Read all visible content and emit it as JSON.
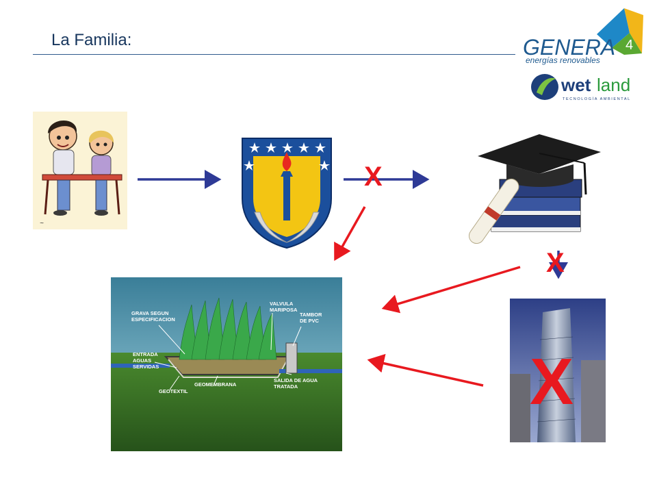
{
  "slide": {
    "title": "La Familia:"
  },
  "logos": {
    "genera": {
      "name": "GENERA",
      "number": "4",
      "tagline": "energías renovables"
    },
    "wetland": {
      "prefix": "wet",
      "suffix": "land",
      "tagline": "TECNOLOGÍA AMBIENTAL"
    }
  },
  "wetland_diagram": {
    "labels": {
      "gravel": "GRAVA SEGUN ESPECIFICACION",
      "valve": "VALVULA MARIPOSA",
      "pipe": "TAMBOR DE PVC",
      "inlet": "ENTRADA AGUAS SERVIDAS",
      "outlet": "SALIDA DE AGUA TRATADA",
      "geomembrane": "GEOMEMBRANA",
      "geotextile": "GEOTEXTIL"
    }
  },
  "marks": {
    "cross": "X"
  },
  "colors": {
    "blue_arrow": "#2e3a96",
    "red": "#e8191f",
    "title": "#17365d"
  }
}
